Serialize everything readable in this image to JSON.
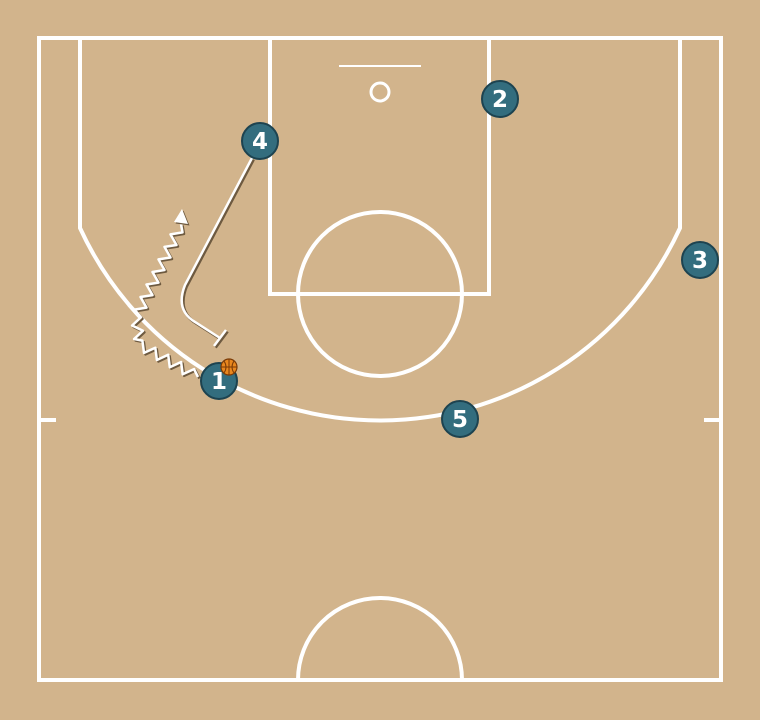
{
  "court": {
    "floor_color": "#d2b48c",
    "line_color": "#ffffff"
  },
  "players": [
    {
      "id": "p1",
      "label": "1",
      "has_ball": true
    },
    {
      "id": "p2",
      "label": "2",
      "has_ball": false
    },
    {
      "id": "p3",
      "label": "3",
      "has_ball": false
    },
    {
      "id": "p4",
      "label": "4",
      "has_ball": false
    },
    {
      "id": "p5",
      "label": "5",
      "has_ball": false
    }
  ],
  "player_style": {
    "fill": "#336d7e",
    "stroke": "#1d4350",
    "text_color": "#ffffff"
  },
  "ball": {
    "color": "#e8871e",
    "seam_color": "#7a3a06"
  },
  "actions": [
    {
      "type": "dribble",
      "player": "1",
      "icon": "zigzag-arrow"
    },
    {
      "type": "screen",
      "player": "4",
      "icon": "t-bar"
    }
  ]
}
